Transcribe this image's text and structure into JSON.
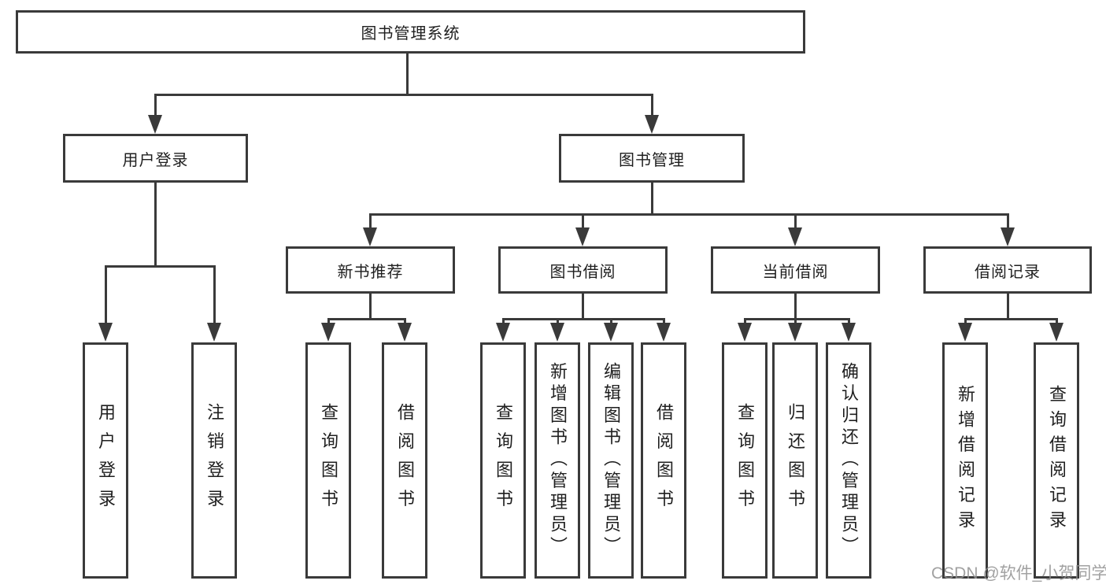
{
  "nodes": {
    "root": "图书管理系统",
    "level2": [
      "用户登录",
      "图书管理"
    ],
    "level3": [
      "新书推荐",
      "图书借阅",
      "当前借阅",
      "借阅记录"
    ],
    "leaves": [
      "用户登录",
      "注销登录",
      "查询图书",
      "借阅图书",
      "查询图书",
      "新增图书（管理员）",
      "编辑图书（管理员）",
      "借阅图书",
      "查询图书",
      "归还图书",
      "确认归还（管理员）",
      "新增借阅记录",
      "查询借阅记录"
    ]
  },
  "hierarchy": {
    "图书管理系统": [
      "用户登录",
      "图书管理"
    ],
    "用户登录": [
      "用户登录",
      "注销登录"
    ],
    "图书管理": [
      "新书推荐",
      "图书借阅",
      "当前借阅",
      "借阅记录"
    ],
    "新书推荐": [
      "查询图书",
      "借阅图书"
    ],
    "图书借阅": [
      "查询图书",
      "新增图书（管理员）",
      "编辑图书（管理员）",
      "借阅图书"
    ],
    "当前借阅": [
      "查询图书",
      "归还图书",
      "确认归还（管理员）"
    ],
    "借阅记录": [
      "新增借阅记录",
      "查询借阅记录"
    ]
  },
  "watermark": "CSDN @软件_小贺同学",
  "colors": {
    "line": "#3a3a3a",
    "background": "#ffffff",
    "watermark": "#919191"
  }
}
